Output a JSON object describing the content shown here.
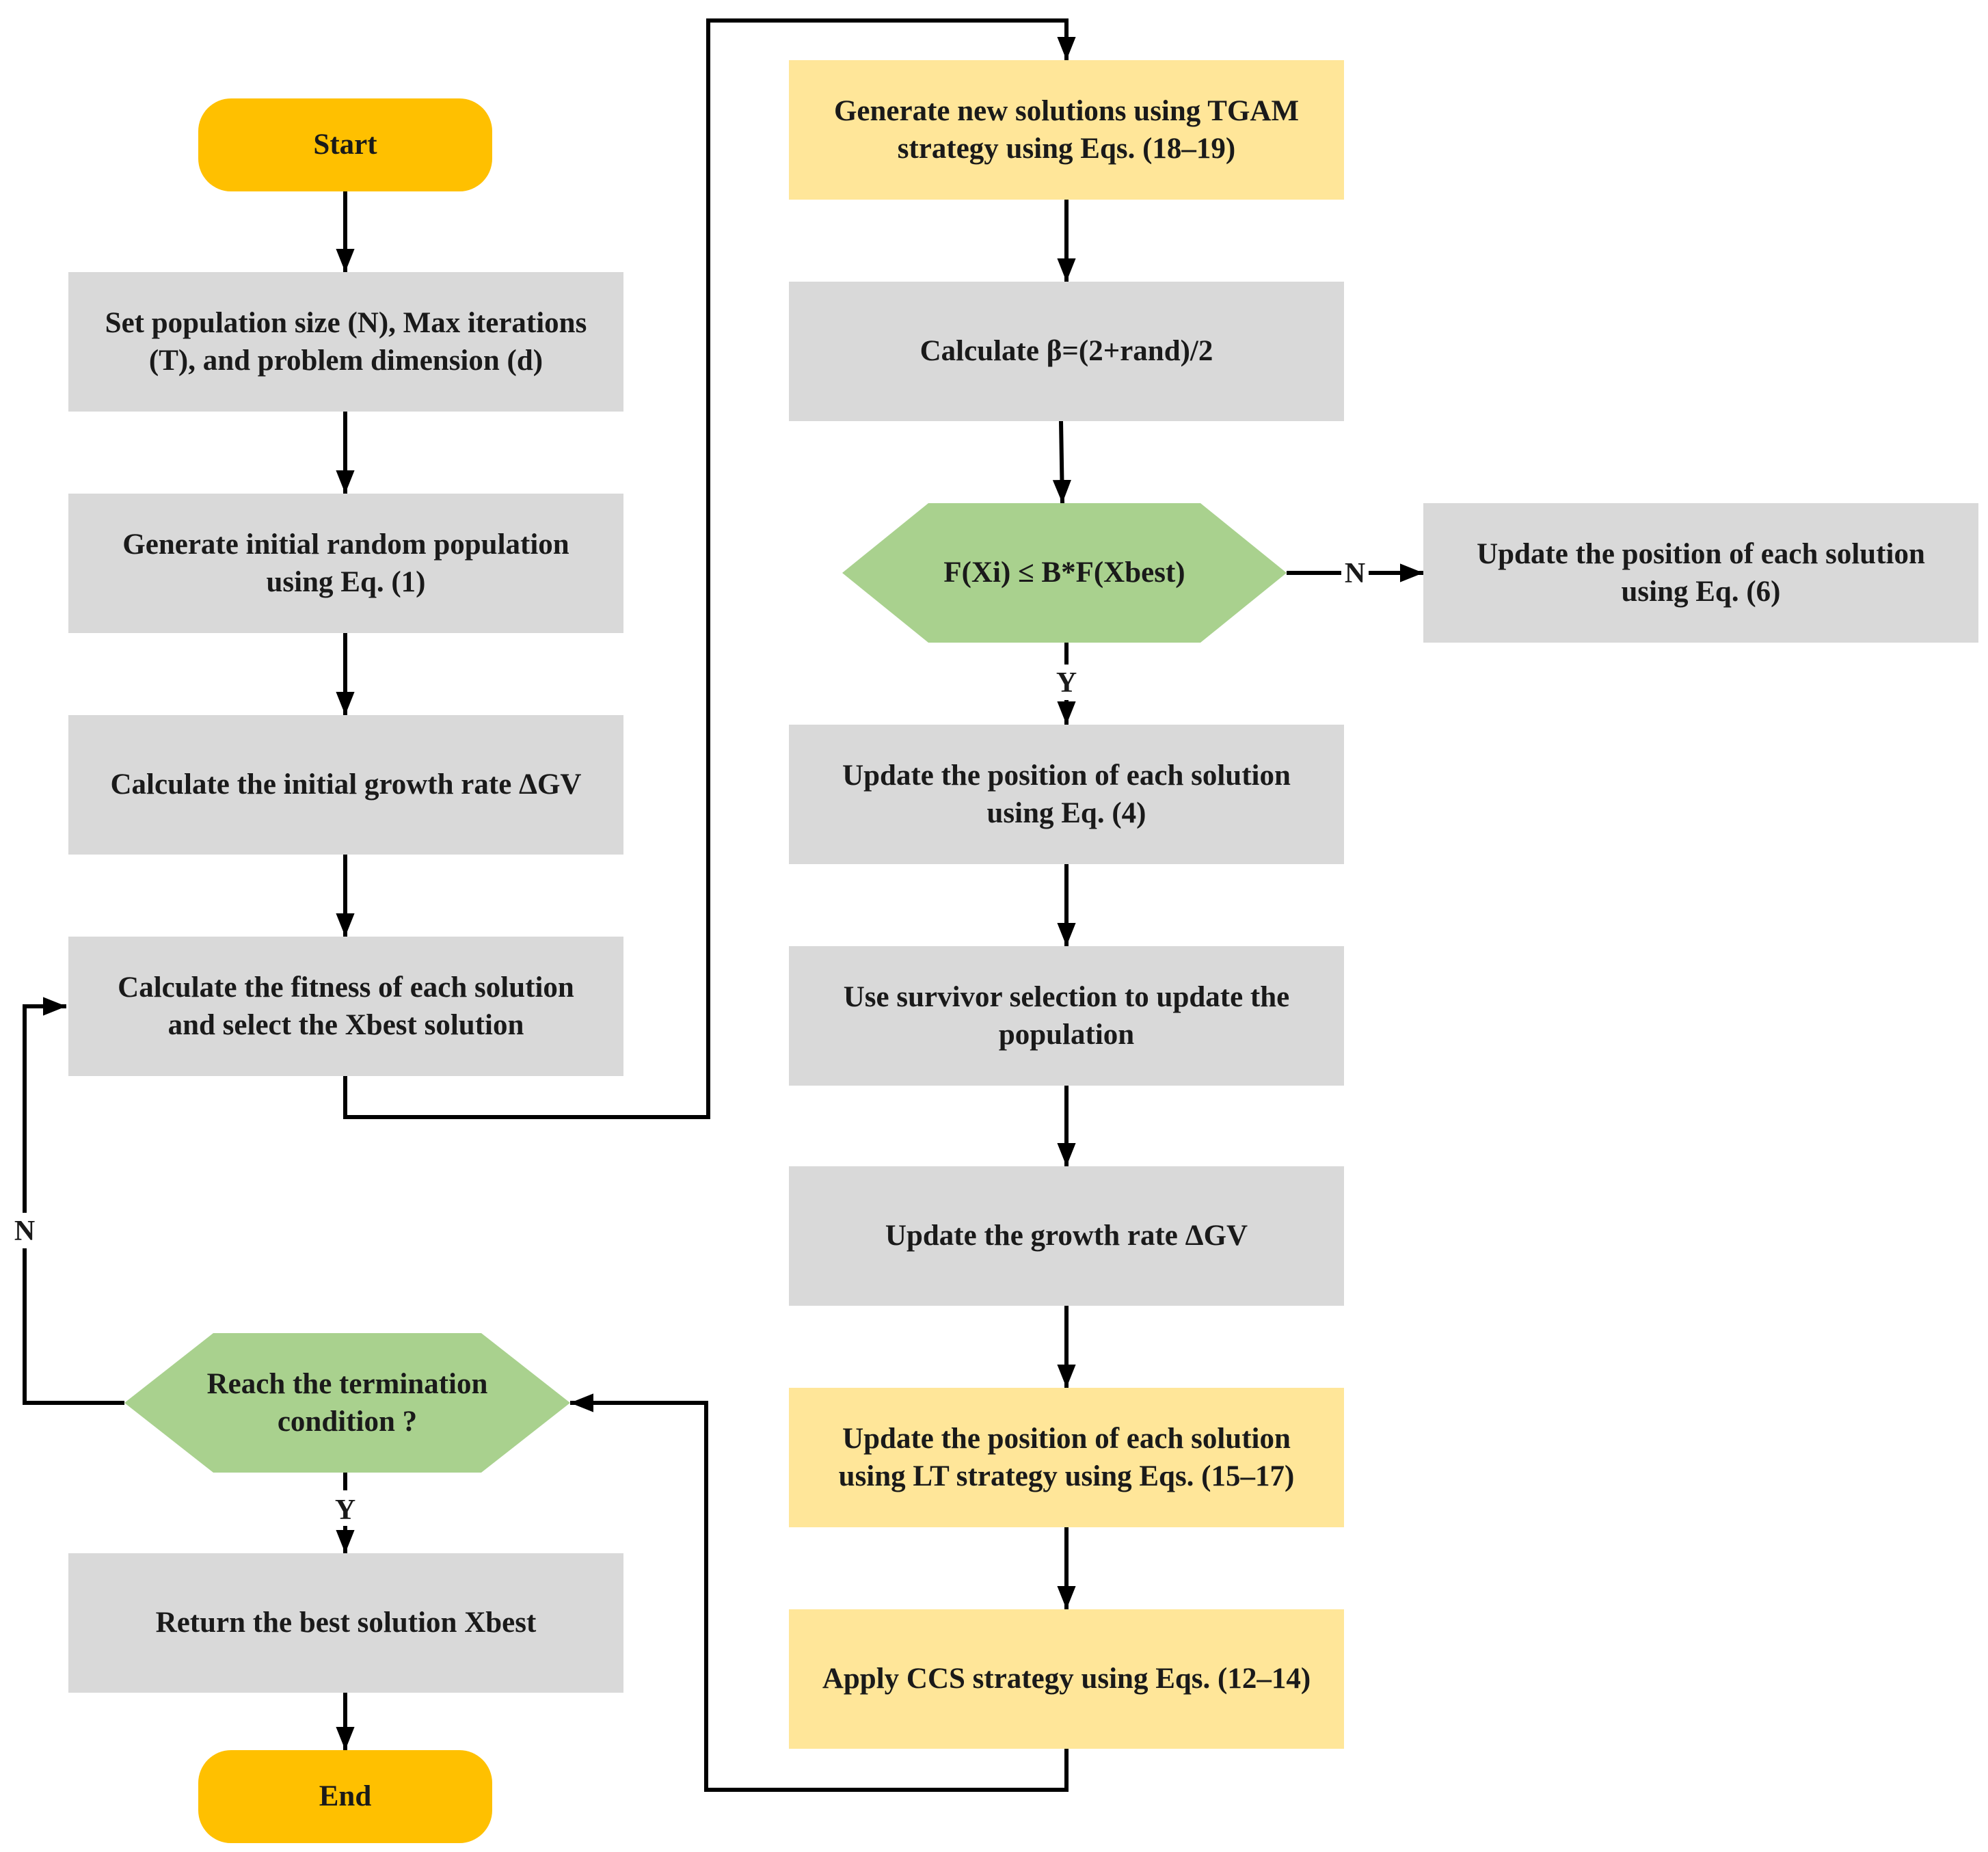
{
  "colors": {
    "terminal": "#FFC000",
    "process": "#D9D9D9",
    "highlight": "#FFE699",
    "decision": "#A9D18E",
    "line": "#000000"
  },
  "nodes": {
    "start": "Start",
    "set_params": "Set population size (N), Max iterations\n(T), and problem dimension (d)",
    "init_pop": "Generate initial random population\nusing Eq. (1)",
    "init_growth": "Calculate the initial growth rate ΔGV",
    "fitness": "Calculate the fitness of each solution\nand select the Xbest solution",
    "tgam": "Generate new solutions using TGAM\nstrategy using Eqs. (18–19)",
    "beta": "Calculate β=(2+rand)/2",
    "decision_fx": "F(Xi) ≤ B*F(Xbest)",
    "update_eq6": "Update the position of each solution\nusing Eq. (6)",
    "update_eq4": "Update the position of each solution\nusing Eq. (4)",
    "survivor": "Use survivor selection to update the\npopulation",
    "update_growth": "Update the growth rate ΔGV",
    "lt_strategy": "Update the position of each solution\nusing LT strategy using Eqs. (15–17)",
    "ccs_strategy": "Apply CCS strategy using Eqs. (12–14)",
    "decision_term": "Reach the termination\ncondition ?",
    "return_best": "Return the best solution Xbest",
    "end": "End"
  },
  "edge_labels": {
    "fx_no": "N",
    "fx_yes": "Y",
    "term_no": "N",
    "term_yes": "Y"
  }
}
